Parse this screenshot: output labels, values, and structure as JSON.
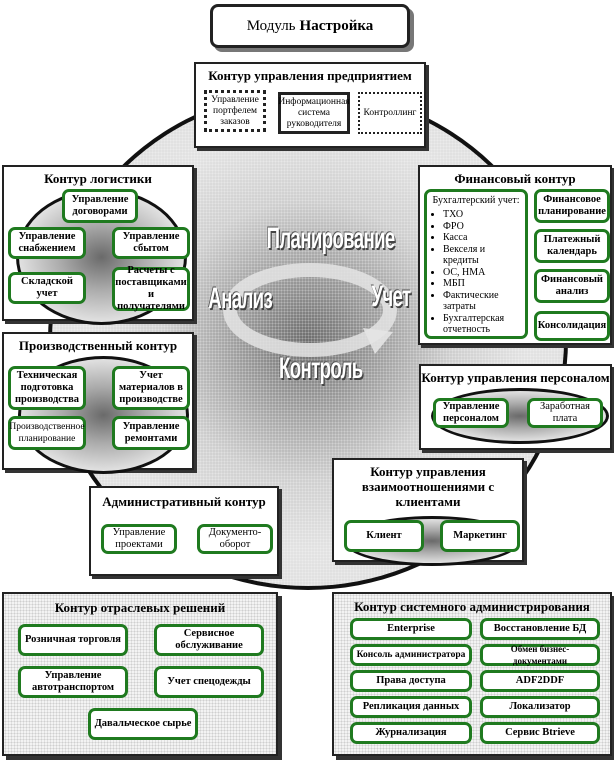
{
  "module": {
    "prefix": "Модуль",
    "name": "Настройка"
  },
  "cycle": {
    "top": "Планирование",
    "left": "Анализ",
    "right": "Учет",
    "bottom": "Контроль"
  },
  "enterprise": {
    "title": "Контур управления предприятием",
    "items": [
      "Управление портфелем заказов",
      "Информационная система руководителя",
      "Контроллинг"
    ]
  },
  "logistics": {
    "title": "Контур логистики",
    "items": [
      "Управление договорами",
      "Управление снабжением",
      "Управление сбытом",
      "Складской учет",
      "Расчеты с поставщиками и получателями"
    ]
  },
  "finance": {
    "title": "Финансовый контур",
    "accounting_title": "Бухгалтерский учет:",
    "accounting_items": [
      "ТХО",
      "ФРО",
      "Касса",
      "Векселя и кредиты",
      "ОС, НМА",
      "МБП",
      "Фактические затраты",
      "Бухгалтерская отчетность"
    ],
    "items": [
      "Финансовое планирование",
      "Платежный календарь",
      "Финансовый анализ",
      "Консолидация"
    ]
  },
  "production": {
    "title": "Производственный контур",
    "items": [
      "Техническая подготовка производства",
      "Учет материалов в производстве",
      "Производственное планирование",
      "Управление ремонтами"
    ]
  },
  "personnel": {
    "title": "Контур управления персоналом",
    "items": [
      "Управление персоналом",
      "Заработная плата"
    ]
  },
  "crm": {
    "title": "Контур управления взаимоотношениями с клиентами",
    "items": [
      "Клиент",
      "Маркетинг"
    ]
  },
  "admin": {
    "title": "Административный контур",
    "items": [
      "Управление проектами",
      "Документо-оборот"
    ]
  },
  "industry": {
    "title": "Контур отраслевых решений",
    "items": [
      "Розничная торговля",
      "Сервисное обслуживание",
      "Управление автотранспортом",
      "Учет спецодежды",
      "Давальческое сырье"
    ]
  },
  "sysadmin": {
    "title": "Контур системного администрирования",
    "items": [
      "Enterprise",
      "Восстановление БД",
      "Консоль администратора",
      "Обмен бизнес-документами",
      "Права доступа",
      "ADF2DDF",
      "Репликация данных",
      "Локализатор",
      "Журнализация",
      "Сервис Btrieve"
    ]
  },
  "colors": {
    "module_border": "#1f7a1f"
  }
}
